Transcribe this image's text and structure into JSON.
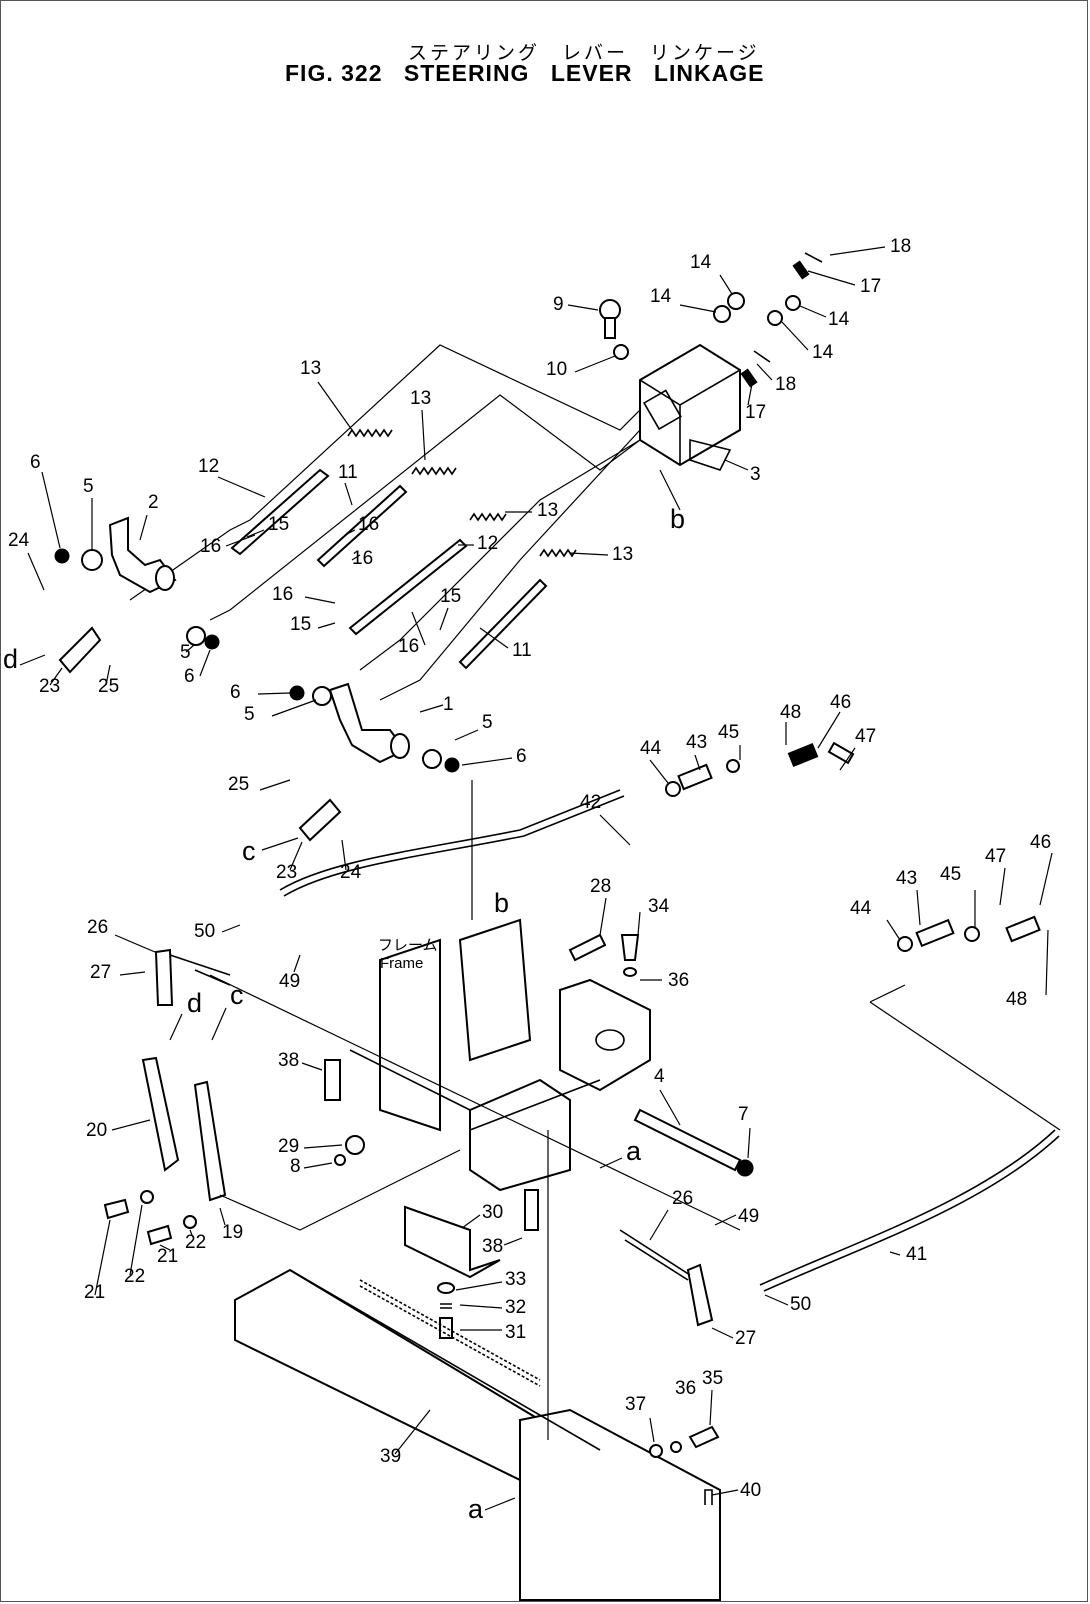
{
  "figure": {
    "title_jp": "ステアリング　レバー　リンケージ",
    "fig_label": "FIG. 322",
    "title_words": [
      "STEERING",
      "LEVER",
      "LINKAGE"
    ]
  },
  "frame_label": {
    "jp": "フレーム",
    "en": "Frame"
  },
  "callouts": [
    {
      "id": "c18a",
      "text": "18"
    },
    {
      "id": "c17a",
      "text": "17"
    },
    {
      "id": "c14a",
      "text": "14"
    },
    {
      "id": "c14b",
      "text": "14"
    },
    {
      "id": "c14c",
      "text": "14"
    },
    {
      "id": "c14d",
      "text": "14"
    },
    {
      "id": "c9",
      "text": "9"
    },
    {
      "id": "c10",
      "text": "10"
    },
    {
      "id": "c18b",
      "text": "18"
    },
    {
      "id": "c17b",
      "text": "17"
    },
    {
      "id": "c3",
      "text": "3"
    },
    {
      "id": "cb1",
      "text": "b"
    },
    {
      "id": "c13a",
      "text": "13"
    },
    {
      "id": "c13b",
      "text": "13"
    },
    {
      "id": "c13c",
      "text": "13"
    },
    {
      "id": "c13d",
      "text": "13"
    },
    {
      "id": "c12a",
      "text": "12"
    },
    {
      "id": "c11a",
      "text": "11"
    },
    {
      "id": "c12b",
      "text": "12"
    },
    {
      "id": "c11b",
      "text": "11"
    },
    {
      "id": "c15a",
      "text": "15"
    },
    {
      "id": "c16a",
      "text": "16"
    },
    {
      "id": "c16b",
      "text": "16"
    },
    {
      "id": "c16c",
      "text": "16"
    },
    {
      "id": "c16d",
      "text": "16"
    },
    {
      "id": "c16e",
      "text": "16"
    },
    {
      "id": "c15b",
      "text": "15"
    },
    {
      "id": "c15c",
      "text": "15"
    },
    {
      "id": "c6a",
      "text": "6"
    },
    {
      "id": "c5a",
      "text": "5"
    },
    {
      "id": "c2",
      "text": "2"
    },
    {
      "id": "c24a",
      "text": "24"
    },
    {
      "id": "c5b",
      "text": "5"
    },
    {
      "id": "c6b",
      "text": "6"
    },
    {
      "id": "cd1",
      "text": "d"
    },
    {
      "id": "c23a",
      "text": "23"
    },
    {
      "id": "c25a",
      "text": "25"
    },
    {
      "id": "c6c",
      "text": "6"
    },
    {
      "id": "c5c",
      "text": "5"
    },
    {
      "id": "c1",
      "text": "1"
    },
    {
      "id": "c5d",
      "text": "5"
    },
    {
      "id": "c6d",
      "text": "6"
    },
    {
      "id": "c25b",
      "text": "25"
    },
    {
      "id": "cc1",
      "text": "c"
    },
    {
      "id": "c23b",
      "text": "23"
    },
    {
      "id": "c24b",
      "text": "24"
    },
    {
      "id": "c42",
      "text": "42"
    },
    {
      "id": "c44a",
      "text": "44"
    },
    {
      "id": "c43a",
      "text": "43"
    },
    {
      "id": "c45a",
      "text": "45"
    },
    {
      "id": "c48a",
      "text": "48"
    },
    {
      "id": "c46a",
      "text": "46"
    },
    {
      "id": "c47a",
      "text": "47"
    },
    {
      "id": "c28",
      "text": "28"
    },
    {
      "id": "c34",
      "text": "34"
    },
    {
      "id": "cb2",
      "text": "b"
    },
    {
      "id": "c36a",
      "text": "36"
    },
    {
      "id": "c26a",
      "text": "26"
    },
    {
      "id": "c50a",
      "text": "50"
    },
    {
      "id": "c27a",
      "text": "27"
    },
    {
      "id": "c49a",
      "text": "49"
    },
    {
      "id": "cd2",
      "text": "d"
    },
    {
      "id": "cc2",
      "text": "c"
    },
    {
      "id": "c38a",
      "text": "38"
    },
    {
      "id": "c20",
      "text": "20"
    },
    {
      "id": "c29",
      "text": "29"
    },
    {
      "id": "c8",
      "text": "8"
    },
    {
      "id": "c4",
      "text": "4"
    },
    {
      "id": "c7",
      "text": "7"
    },
    {
      "id": "ca1",
      "text": "a"
    },
    {
      "id": "c21a",
      "text": "21"
    },
    {
      "id": "c22a",
      "text": "22"
    },
    {
      "id": "c22b",
      "text": "22"
    },
    {
      "id": "c21b",
      "text": "21"
    },
    {
      "id": "c19",
      "text": "19"
    },
    {
      "id": "c30",
      "text": "30"
    },
    {
      "id": "c38b",
      "text": "38"
    },
    {
      "id": "c26b",
      "text": "26"
    },
    {
      "id": "c49b",
      "text": "49"
    },
    {
      "id": "c41",
      "text": "41"
    },
    {
      "id": "c33",
      "text": "33"
    },
    {
      "id": "c32",
      "text": "32"
    },
    {
      "id": "c31",
      "text": "31"
    },
    {
      "id": "c50b",
      "text": "50"
    },
    {
      "id": "c27b",
      "text": "27"
    },
    {
      "id": "c36b",
      "text": "36"
    },
    {
      "id": "c35",
      "text": "35"
    },
    {
      "id": "c37",
      "text": "37"
    },
    {
      "id": "c39",
      "text": "39"
    },
    {
      "id": "c40",
      "text": "40"
    },
    {
      "id": "ca2",
      "text": "a"
    },
    {
      "id": "c44b",
      "text": "44"
    },
    {
      "id": "c43b",
      "text": "43"
    },
    {
      "id": "c45b",
      "text": "45"
    },
    {
      "id": "c47b",
      "text": "47"
    },
    {
      "id": "c46b",
      "text": "46"
    },
    {
      "id": "c48b",
      "text": "48"
    }
  ]
}
